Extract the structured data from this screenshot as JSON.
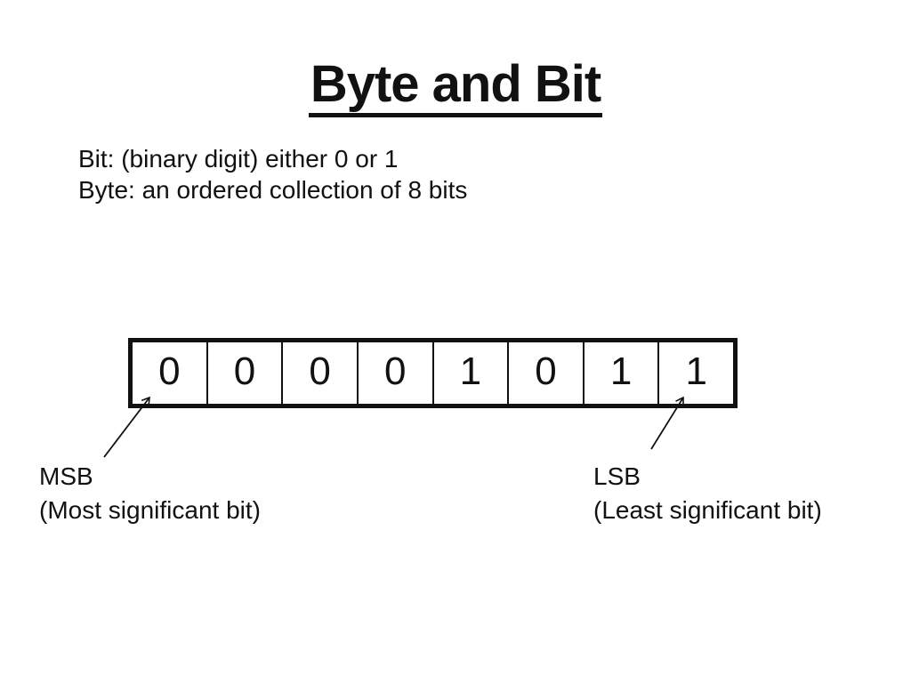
{
  "slide_title": "Byte and Bit",
  "definitions": {
    "line1": "Bit: (binary digit) either 0 or 1",
    "line2": "Byte: an ordered collection of 8 bits"
  },
  "byte": {
    "bits": [
      "0",
      "0",
      "0",
      "0",
      "1",
      "0",
      "1",
      "1"
    ]
  },
  "annotations": {
    "msb": {
      "abbr": "MSB",
      "description": "(Most significant bit)"
    },
    "lsb": {
      "abbr": "LSB",
      "description": "(Least significant bit)"
    }
  },
  "colors": {
    "background": "#ffffff",
    "text": "#111111",
    "border": "#111111"
  }
}
